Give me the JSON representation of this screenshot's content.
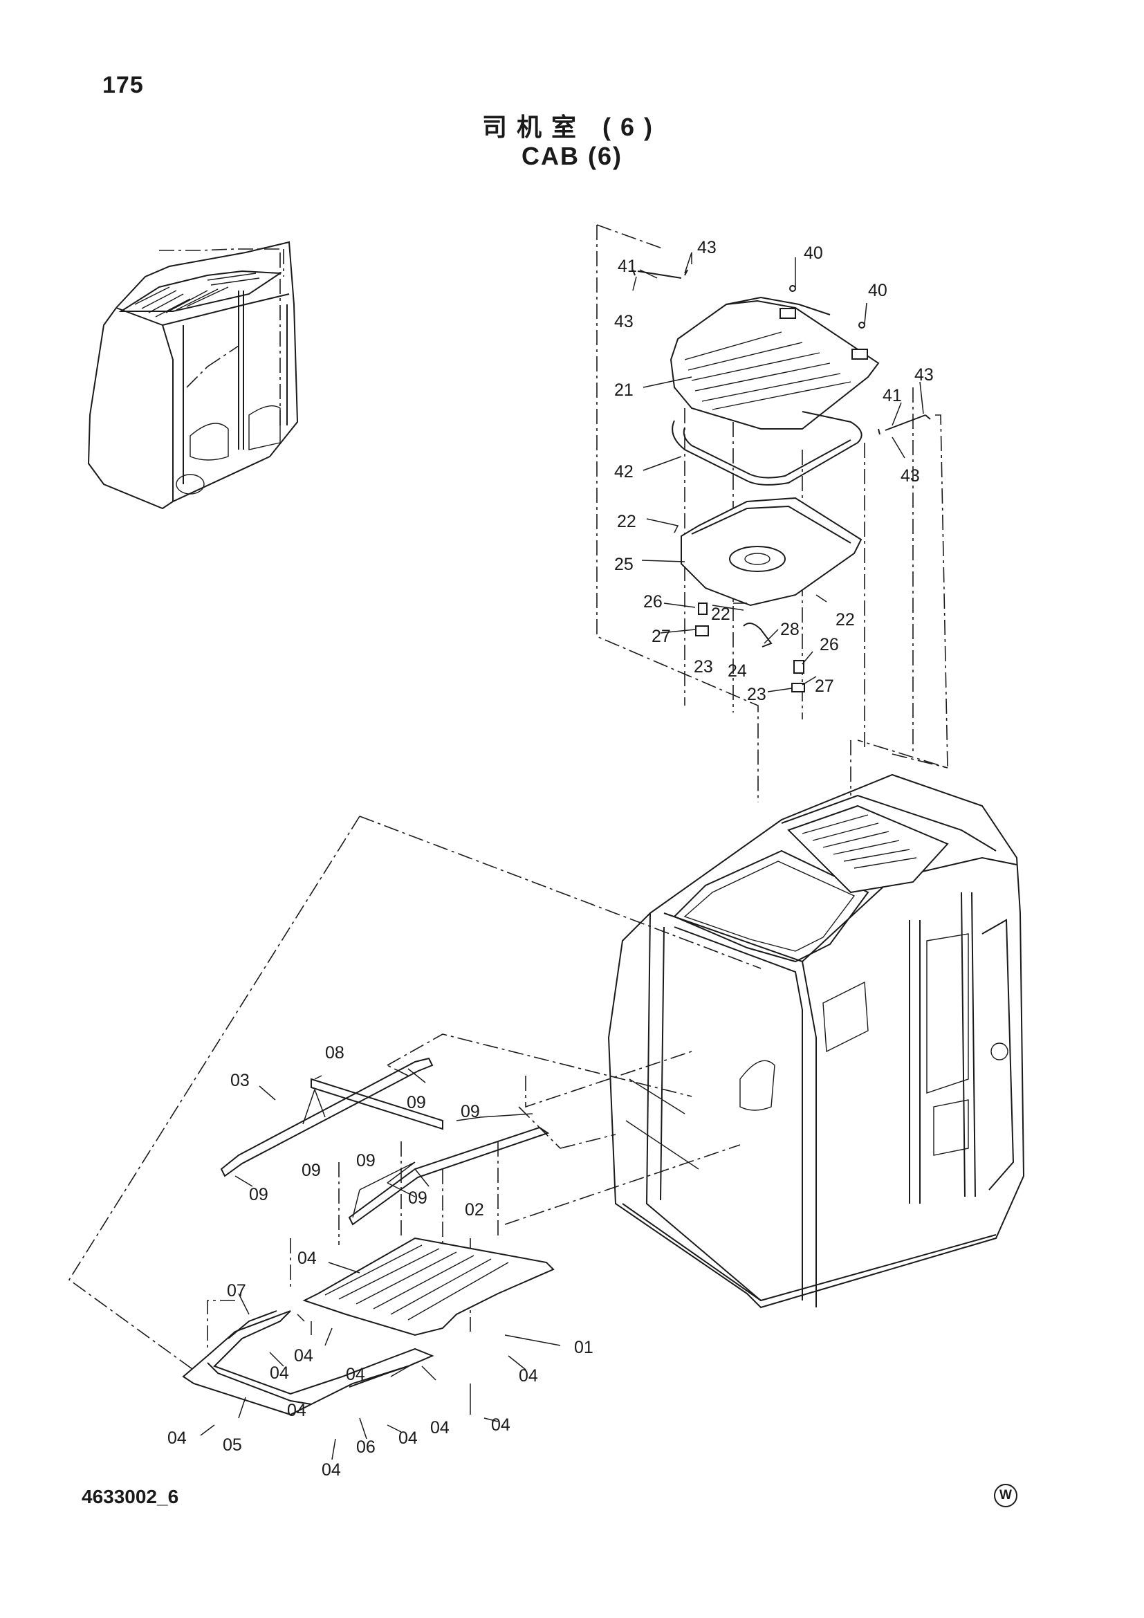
{
  "header": {
    "page_number": "175",
    "title_cn": "司机室 (6)",
    "title_en": "CAB (6)"
  },
  "footer": {
    "drawing_number": "4633002_6",
    "mark": "W"
  },
  "callouts": {
    "c43a": "43",
    "c41a": "41",
    "c43b": "43",
    "c40a": "40",
    "c40b": "40",
    "c21": "21",
    "c43c": "43",
    "c41b": "41",
    "c43d": "43",
    "c42": "42",
    "c22a": "22",
    "c25": "25",
    "c22b": "22",
    "c26a": "26",
    "c22c": "22",
    "c28": "28",
    "c27a": "27",
    "c23a": "23",
    "c24": "24",
    "c26b": "26",
    "c27b": "27",
    "c23b": "23",
    "c08": "08",
    "c03": "03",
    "c09a": "09",
    "c09b": "09",
    "c09c": "09",
    "c09d": "09",
    "c09e": "09",
    "c09f": "09",
    "c02": "02",
    "c04a": "04",
    "c07": "07",
    "c04b": "04",
    "c04c": "04",
    "c01": "01",
    "c04d": "04",
    "c04e": "04",
    "c04f": "04",
    "c04g": "04",
    "c04h": "04",
    "c04i": "04",
    "c05": "05",
    "c06": "06",
    "c04j": "04",
    "c04k": "04"
  }
}
